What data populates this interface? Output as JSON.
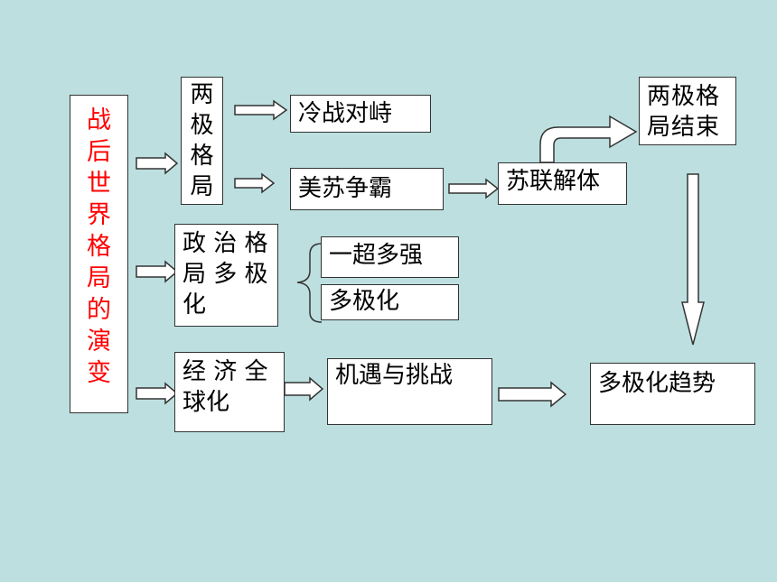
{
  "diagram": {
    "root_title_chars": [
      "战",
      "后",
      "世",
      "界",
      "格",
      "局",
      "的",
      "演",
      "变"
    ],
    "bipolar_title_chars": [
      "两",
      "极",
      "格",
      "局"
    ],
    "cold_war_confrontation": "冷战对峙",
    "us_soviet_hegemony": "美苏争霸",
    "soviet_collapse": "苏联解体",
    "bipolar_end_line1": "两极格",
    "bipolar_end_line2": "局结束",
    "political_multipolar_line1": "政 治 格",
    "political_multipolar_line2": "局 多 极",
    "political_multipolar_line3": "化",
    "one_super_many_strong": "一超多强",
    "multipolarization": "多极化",
    "economic_global_line1": "经 济 全",
    "economic_global_line2": "球化",
    "opportunity_challenge": "机遇与挑战",
    "multipolar_trend": "多极化趋势"
  },
  "colors": {
    "background": "#bddfe0",
    "root_text": "#ff0000",
    "box_border": "#333333"
  }
}
